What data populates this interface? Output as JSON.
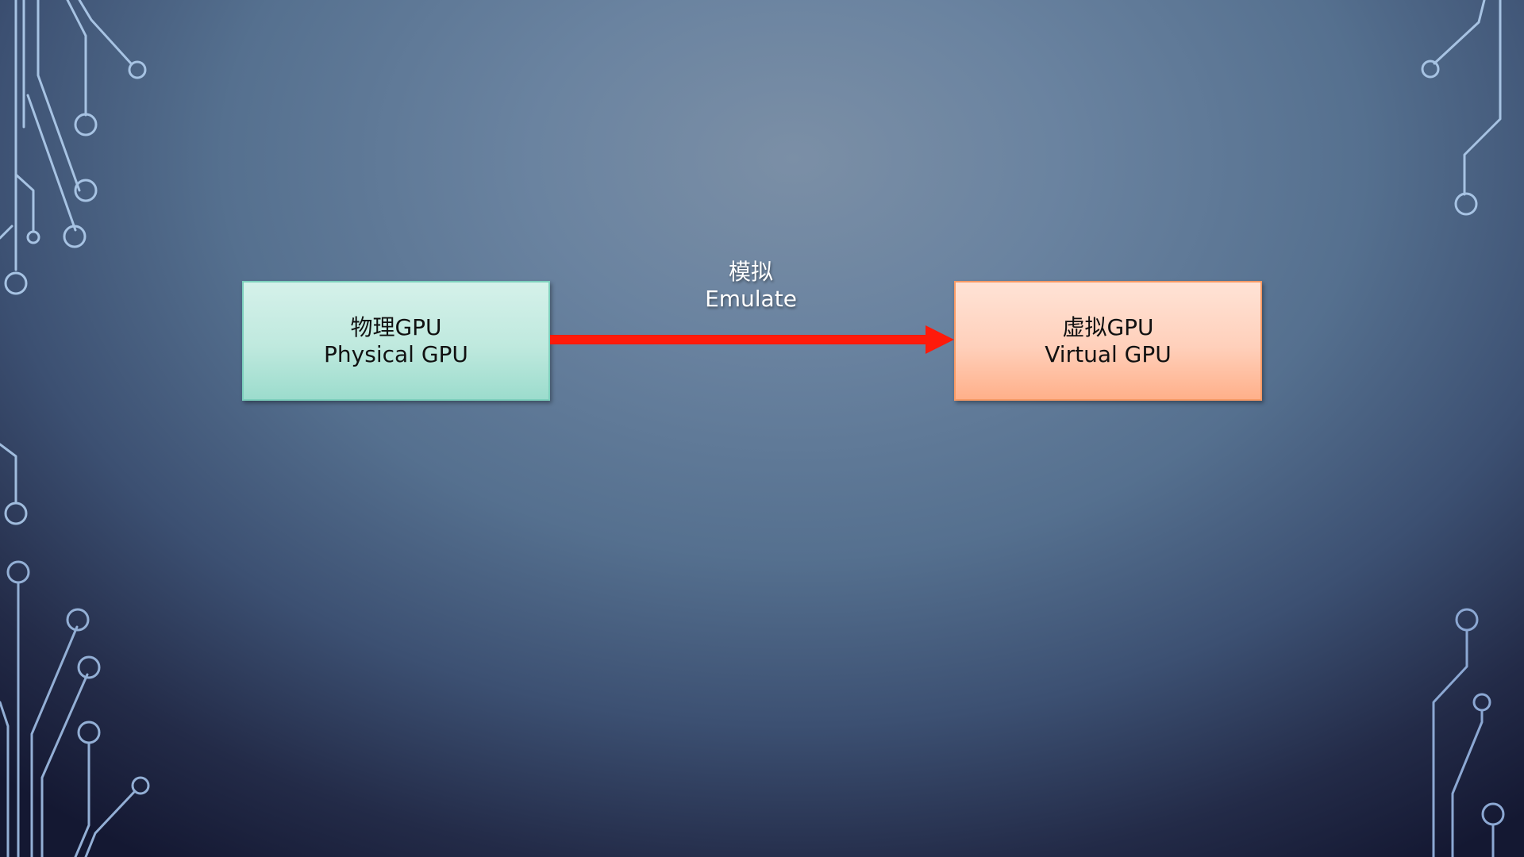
{
  "diagram": {
    "nodes": [
      {
        "id": "physical",
        "label_zh": "物理GPU",
        "label_en": "Physical GPU",
        "fill": "#bfe9de",
        "border": "#7dd0bd"
      },
      {
        "id": "virtual",
        "label_zh": "虚拟GPU",
        "label_en": "Virtual GPU",
        "fill": "#ffd0bb",
        "border": "#f79a66"
      }
    ],
    "edges": [
      {
        "from": "physical",
        "to": "virtual",
        "label_zh": "模拟",
        "label_en": "Emulate",
        "color": "#ff1a0a"
      }
    ]
  },
  "theme": {
    "background": "#55708f",
    "circuit_color": "#9ab6d8"
  }
}
